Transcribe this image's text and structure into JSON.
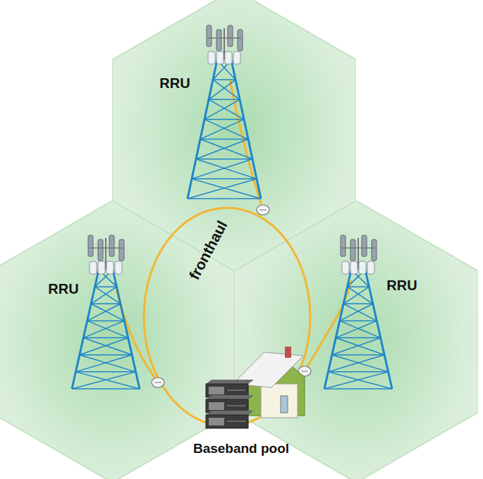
{
  "diagram": {
    "nodes": [
      {
        "text": [
          "RRU"
        ]
      },
      {
        "text": [
          "RRU"
        ]
      },
      {
        "text": [
          "RRU"
        ]
      }
    ],
    "labels": [
      "fronthaul",
      "Baseband pool"
    ]
  }
}
